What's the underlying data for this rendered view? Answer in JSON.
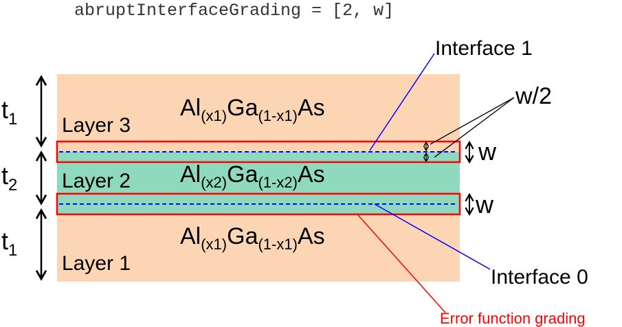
{
  "code_line": "abruptInterfaceGrading = [2, w]",
  "layers": [
    {
      "name": "Layer 3",
      "material": {
        "el1": "Al",
        "sub1": "(x1)",
        "el2": "Ga",
        "sub2": "(1-x1)",
        "el3": "As"
      },
      "thickness": {
        "sym": "t",
        "sub": "1"
      }
    },
    {
      "name": "Layer 2",
      "material": {
        "el1": "Al",
        "sub1": "(x2)",
        "el2": "Ga",
        "sub2": "(1-x2)",
        "el3": "As"
      },
      "thickness": {
        "sym": "t",
        "sub": "2"
      }
    },
    {
      "name": "Layer 1",
      "material": {
        "el1": "Al",
        "sub1": "(x1)",
        "el2": "Ga",
        "sub2": "(1-x1)",
        "el3": "As"
      },
      "thickness": {
        "sym": "t",
        "sub": "1"
      }
    }
  ],
  "labels": {
    "interface_1": "Interface 1",
    "interface_0": "Interface 0",
    "half_width": "w/2",
    "width_top": "w",
    "width_bottom": "w",
    "grading": "Error function grading"
  },
  "colors": {
    "outer_layer": "#fcd5b4",
    "middle_layer": "#8fd9bf",
    "grading_box": "#ff0000",
    "interface_line": "#0000ff",
    "grading_text": "#ff0000"
  }
}
